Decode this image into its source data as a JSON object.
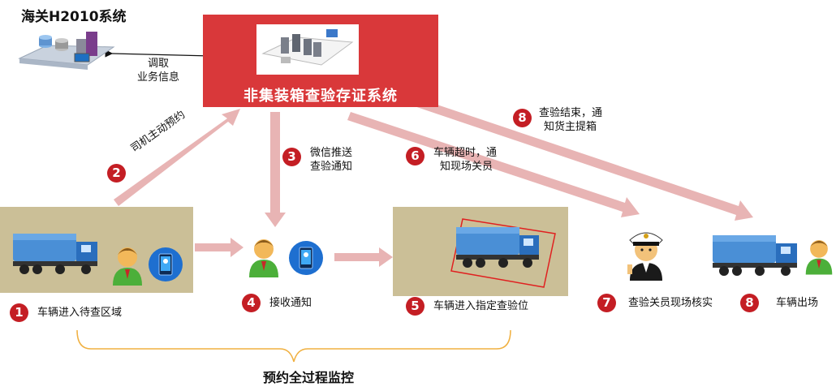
{
  "external_system": {
    "title": "海关H2010系统",
    "link_label": "调取业务信息",
    "link_label_lines": [
      "调取",
      "业务信息"
    ]
  },
  "core_system": {
    "title": "非集装箱查验存证系统"
  },
  "steps": [
    {
      "number": "1",
      "label": "车辆进入待查区域"
    },
    {
      "number": "2",
      "label": "司机主动预约"
    },
    {
      "number": "3",
      "label": "微信推送查验通知",
      "lines": [
        "微信推送",
        "查验通知"
      ]
    },
    {
      "number": "4",
      "label": "接收通知"
    },
    {
      "number": "5",
      "label": "车辆进入指定查验位"
    },
    {
      "number": "6",
      "label": "车辆超时，通知现场关员",
      "lines": [
        "车辆超时，通",
        "知现场关员"
      ]
    },
    {
      "number": "7",
      "label": "查验关员现场核实"
    },
    {
      "number": "8",
      "label": "查验结束，通知货主提箱",
      "lines": [
        "查验结束，通",
        "知货主提箱"
      ]
    },
    {
      "number": "8",
      "label": "车辆出场"
    }
  ],
  "footer": {
    "label": "预约全过程监控"
  },
  "colors": {
    "core_red": "#d9383a",
    "badge_red": "#c41e24",
    "arrow_pink": "#e8b4b4",
    "panel_tan": "#cbbf97",
    "bracket_orange": "#f0b040"
  }
}
